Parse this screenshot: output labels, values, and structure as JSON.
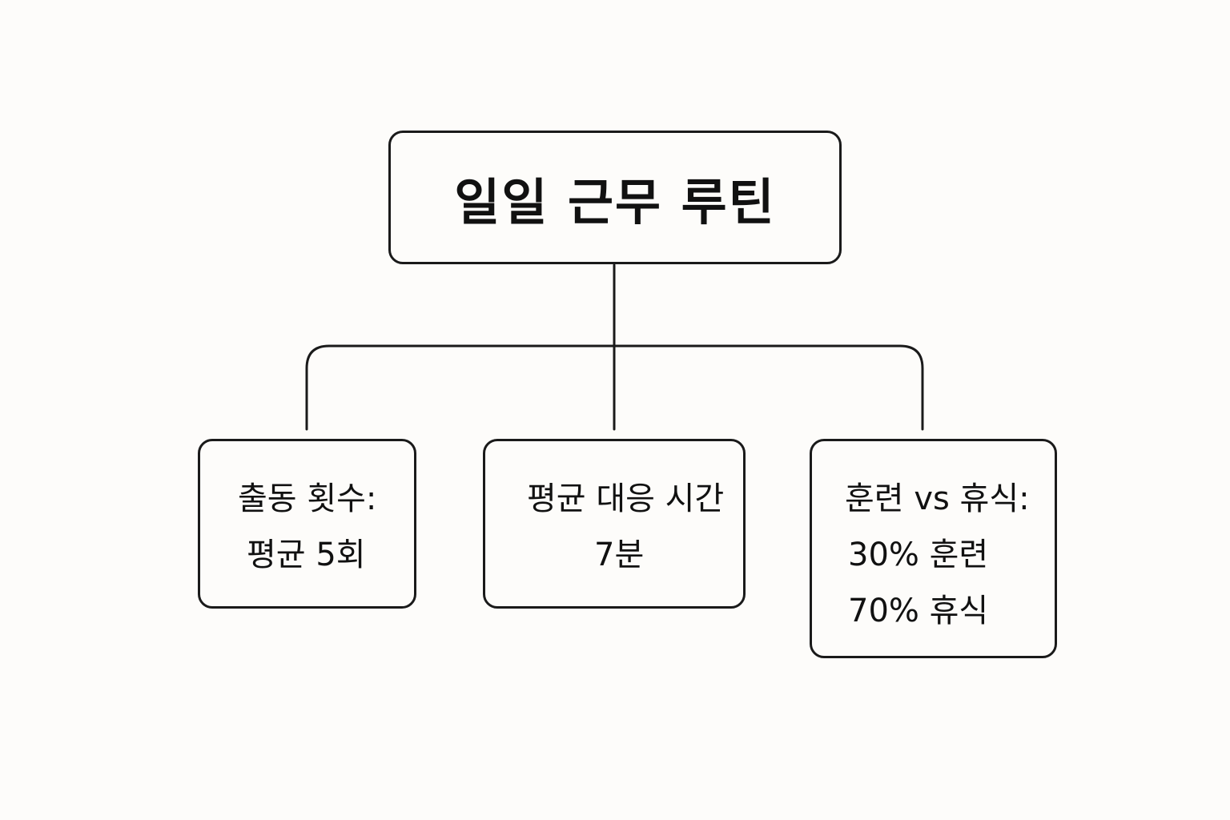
{
  "root": {
    "title": "일일 근무 루틴"
  },
  "children": [
    {
      "lines": [
        "출동 횟수:",
        "평균 5회"
      ]
    },
    {
      "lines": [
        "평균 대응 시간",
        "7분"
      ]
    },
    {
      "lines": [
        "훈련 vs 휴식:",
        "30% 훈련",
        "70% 휴식"
      ]
    }
  ]
}
